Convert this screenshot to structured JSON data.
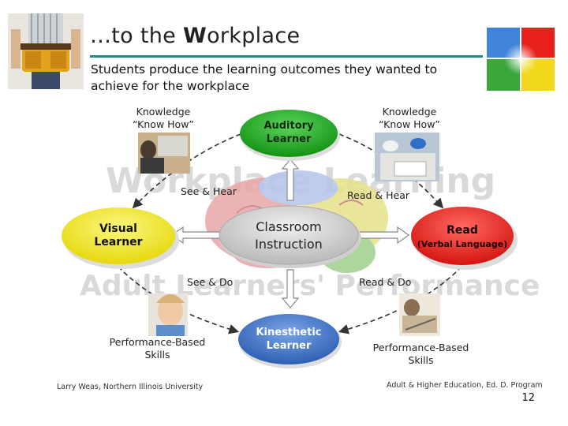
{
  "slide": {
    "title_prefix": "…to the ",
    "title_bold": "W",
    "title_rest": "orkplace",
    "subtitle": "Students produce the learning outcomes they wanted to achieve for the workplace",
    "page_number": "12",
    "footer_left": "Larry Weas, Northern Illinois University",
    "footer_right": "Adult & Higher Education, Ed. D. Program"
  },
  "watermarks": {
    "top": "Workplace Learning",
    "bottom": "Adult Learners' Performance"
  },
  "diagram": {
    "center": {
      "line1": "Classroom",
      "line2": "Instruction"
    },
    "top": {
      "line1": "Auditory",
      "line2": "Learner",
      "color": "#22a822"
    },
    "left": {
      "line1": "Visual",
      "line2": "Learner",
      "color": "#f2ea17"
    },
    "right": {
      "line1": "Read",
      "line2": "(Verbal Language)",
      "color": "#e8201c"
    },
    "bottom": {
      "line1": "Kinesthetic",
      "line2": "Learner",
      "color": "#3f74c4"
    },
    "corners": {
      "top_left": {
        "line1": "Knowledge",
        "line2": "“Know How”"
      },
      "top_right": {
        "line1": "Knowledge",
        "line2": "“Know How”"
      },
      "bottom_left": {
        "line1": "Performance-Based",
        "line2": "Skills"
      },
      "bottom_right": {
        "line1": "Performance-Based",
        "line2": "Skills"
      }
    },
    "edges": {
      "see_hear": "See & Hear",
      "read_hear": "Read & Hear",
      "see_do": "See & Do",
      "read_do": "Read & Do"
    }
  },
  "logo_colors": [
    "#3f84d8",
    "#e8201c",
    "#3aa73a",
    "#f2d81a"
  ]
}
